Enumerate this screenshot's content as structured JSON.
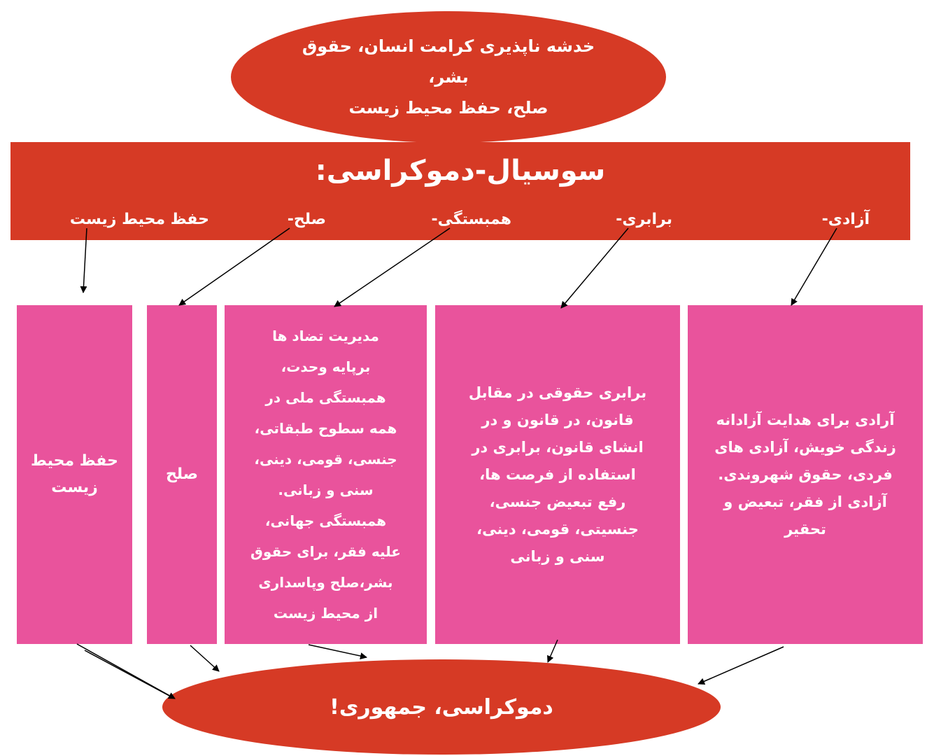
{
  "top_ellipse": {
    "text": "خدشه ناپذیری کرامت انسان، حقوق بشر،\nصلح، حفظ محیط زیست"
  },
  "banner": {
    "title": "سوسیال-دموکراسی:",
    "principles": {
      "freedom": "آزادی-",
      "equality": "برابری-",
      "solidarity": "همبستگی-",
      "peace": "صلح-",
      "environment": "حفظ محیط زیست"
    }
  },
  "boxes": {
    "freedom": "آرادی برای  هدایت آزادانه\nزندگی خویش، آزادی های\nفردی، حقوق شهروندی.\nآزادی از فقر، تبعیض و\nتحقیر",
    "equality": "برابری حقوقی در مقابل\nقانون، در قانون و در\nانشای قانون، برابری در\nاستفاده از فرصت ها،\nرفع تبعیض جنسی،\nجنسیتی، قومی، دینی،\nسنی و زبانی",
    "solidarity": "مدیریت تضاد ها\nبرپایه وحدت،\nهمبستگی ملی در\nهمه سطوح طبقاتی،\nجنسی، قومی، دینی،\nسنی و زبانی.\nهمبستگی جهانی،\nعلیه فقر، برای حقوق\nبشر،صلح وپاسداری\nاز محیط زیست",
    "peace": "صلح",
    "environment": "حفظ محیط\nزیست"
  },
  "bottom_ellipse": {
    "text": "دموکراسی، جمهوری!"
  },
  "colors": {
    "red": "#d63a25",
    "pink": "#e9539c",
    "text": "#ffffff"
  }
}
